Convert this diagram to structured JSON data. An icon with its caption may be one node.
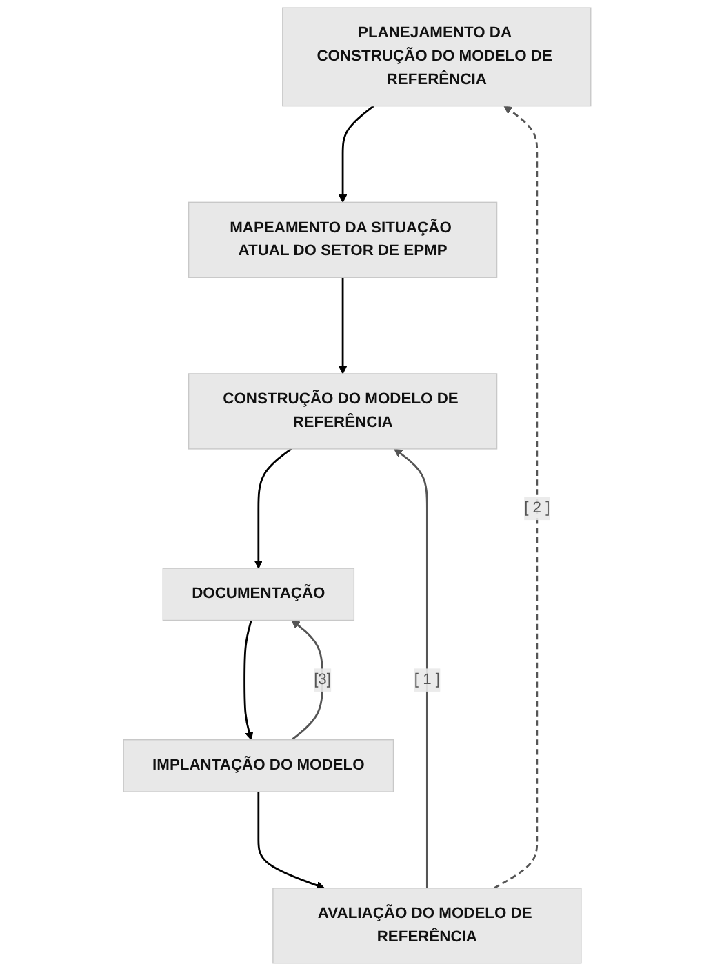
{
  "diagram": {
    "nodes": [
      {
        "text": [
          "PLANEJAMENTO DA CONSTRUÇÃO DO MODELO DE REFERÊNCIA"
        ]
      },
      {
        "text": [
          "MAPEAMENTO DA SITUAÇÃO ATUAL DO SETOR DE EPMP"
        ]
      },
      {
        "text": [
          "CONSTRUÇÃO DO MODELO DE REFERÊNCIA"
        ]
      },
      {
        "text": [
          "DOCUMENTAÇÃO"
        ]
      },
      {
        "text": [
          "IMPLANTAÇÃO DO MODELO"
        ]
      },
      {
        "text": [
          "AVALIAÇÃO DO MODELO DE REFERÊNCIA"
        ]
      }
    ],
    "edges": [
      {
        "from": 0,
        "to": 1,
        "arrow": "to"
      },
      {
        "from": 1,
        "to": 2,
        "arrow": "to"
      },
      {
        "from": 2,
        "to": 3,
        "arrow": "to"
      },
      {
        "from": 3,
        "to": 4,
        "arrow": "to"
      },
      {
        "from": 4,
        "to": 5,
        "arrow": "to"
      },
      {
        "from": 5,
        "to": 2,
        "arrow": "to",
        "label": "[ 1 ]",
        "color": "#555555"
      },
      {
        "from": 5,
        "to": 0,
        "arrow": "to",
        "label": "[ 2 ]",
        "style": "dashed",
        "color": "#555555"
      },
      {
        "from": 4,
        "to": 3,
        "arrow": "to",
        "label": "[3]",
        "color": "#555555"
      }
    ]
  }
}
